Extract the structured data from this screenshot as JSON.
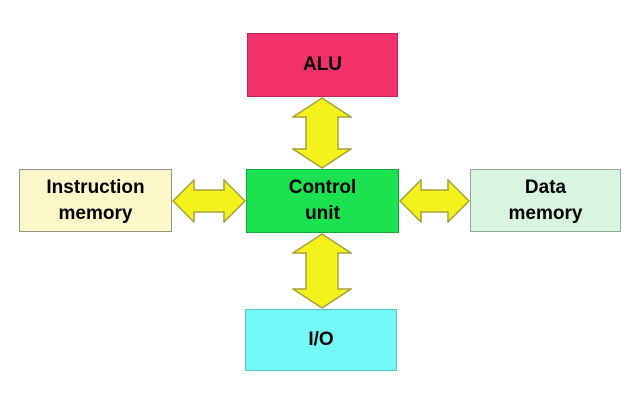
{
  "diagram": {
    "background": "#ffffff",
    "text_color": "#000000",
    "blocks": {
      "alu": {
        "lines": [
          "ALU"
        ],
        "fill": "#f23069",
        "border": "#c22558"
      },
      "control": {
        "lines": [
          "Control",
          "unit"
        ],
        "fill": "#1ce150",
        "border": "#12a83e"
      },
      "instruction": {
        "lines": [
          "Instruction",
          "memory"
        ],
        "fill": "#fbf7c9",
        "border": "#94948a"
      },
      "data": {
        "lines": [
          "Data",
          "memory"
        ],
        "fill": "#d7f5df",
        "border": "#94a896"
      },
      "io": {
        "lines": [
          "I/O"
        ],
        "fill": "#73f8f8",
        "border": "#52c4cc"
      }
    },
    "arrow": {
      "fill": "#f4f21d",
      "stroke": "#a3a13b"
    }
  }
}
